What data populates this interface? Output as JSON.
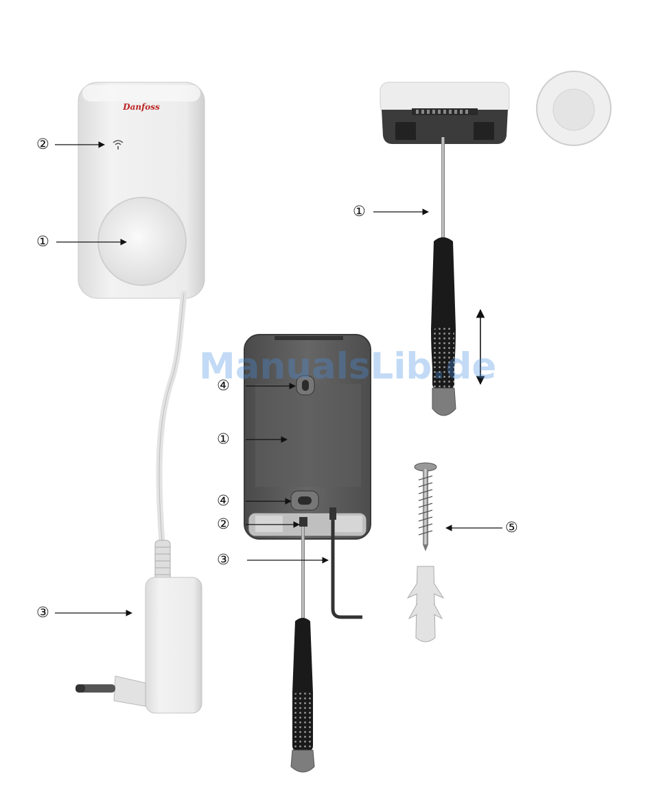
{
  "callouts": {
    "receiver_wifi": "②",
    "receiver_button": "①",
    "receiver_adapter": "③",
    "thermostat_screwdriver": "①",
    "plate_hole_top": "④",
    "plate_center": "①",
    "plate_hole_bottom": "④",
    "plate_screw": "②",
    "plate_hexkey": "③",
    "wall_screw": "⑤"
  },
  "brand": {
    "logo_text": "Danfoss"
  },
  "watermark": "ManualsLib.de",
  "colors": {
    "device_white": "#ececec",
    "plate_dark": "#555555",
    "handle_black": "#1a1a1a",
    "handle_grey": "#8a8a8a",
    "watermark_blue": "#4a90e2"
  }
}
